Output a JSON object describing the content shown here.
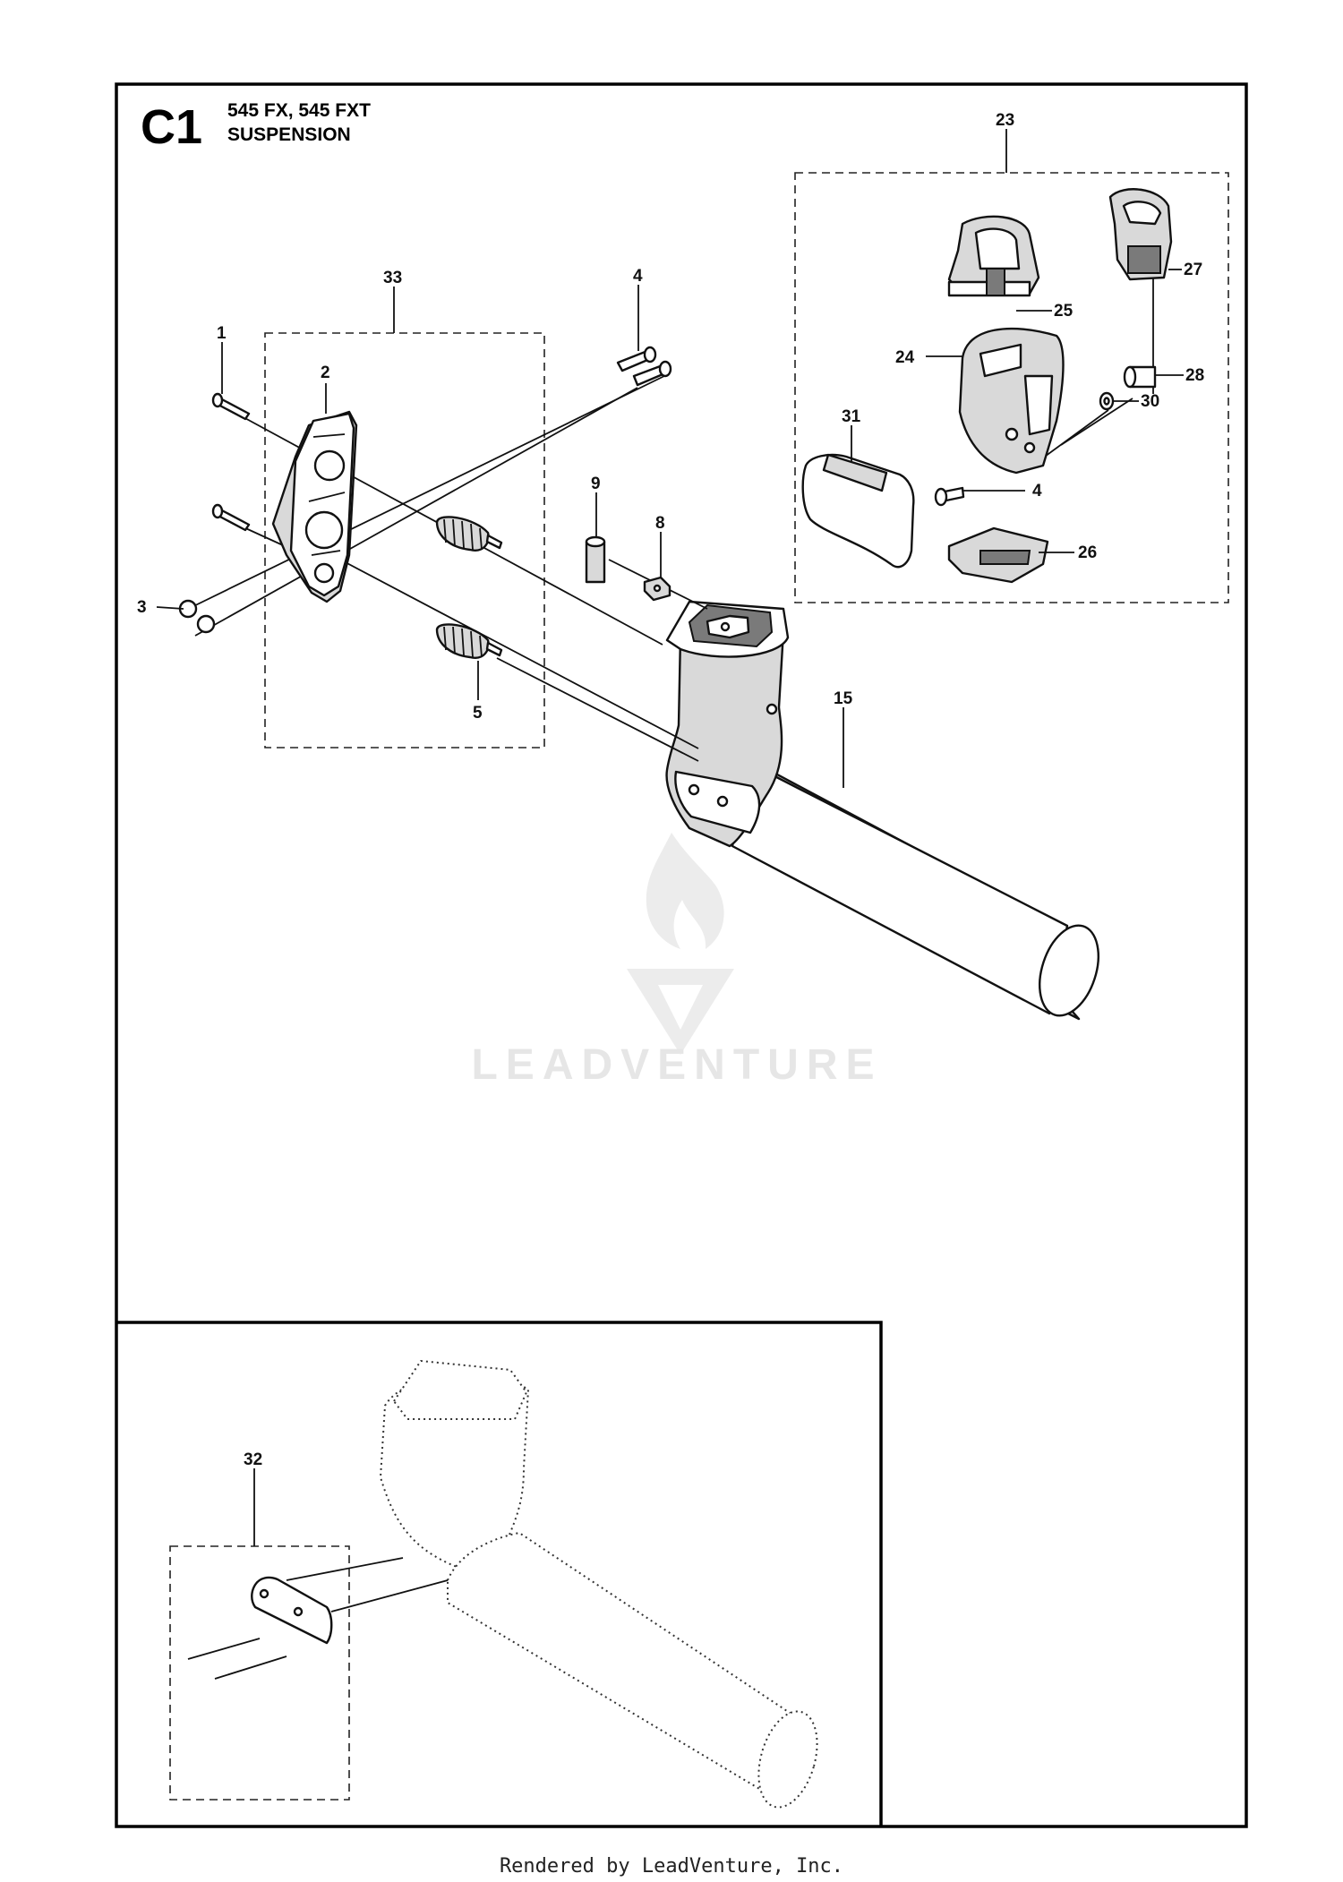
{
  "title": {
    "code": "C1",
    "models": "545 FX, 545 FXT",
    "section": "SUSPENSION"
  },
  "callouts": [
    "1",
    "2",
    "3",
    "4",
    "5",
    "8",
    "9",
    "15",
    "23",
    "24",
    "25",
    "26",
    "27",
    "28",
    "30",
    "31",
    "4",
    "32",
    "33"
  ],
  "watermark": {
    "text": "LEADVENTURE"
  },
  "footer": {
    "text": "Rendered by LeadVenture, Inc."
  },
  "colors": {
    "line": "#111111",
    "shade": "#d9d9d9",
    "watermark": "#e6e6e6"
  }
}
